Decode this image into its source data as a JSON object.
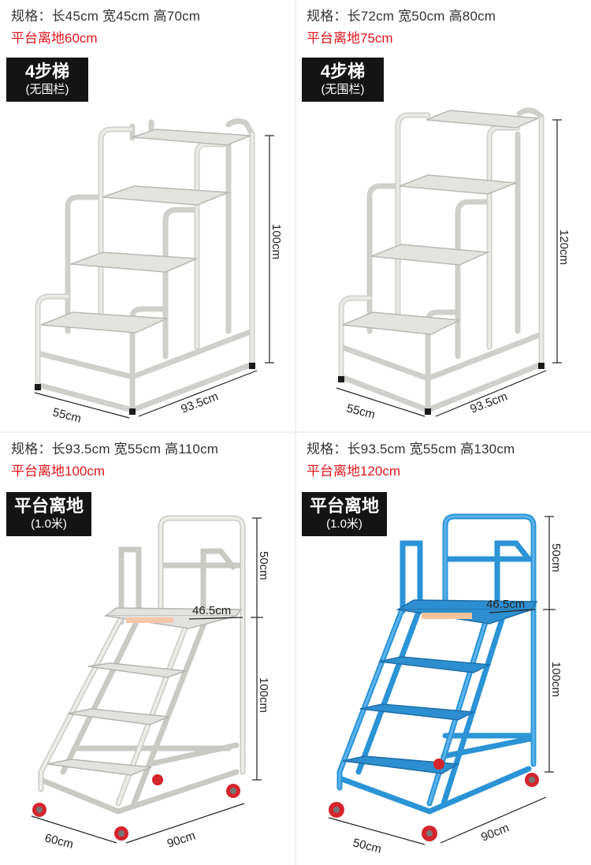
{
  "panels": [
    {
      "spec": "规格：长45cm 宽45cm 高70cm",
      "platform_height": "平台离地60cm",
      "badge_main": "4步梯",
      "badge_sub": "(无围栏)",
      "dim_height": "100cm",
      "dim_length": "93.5cm",
      "dim_width": "55cm",
      "frame_color": "#e6e7e3"
    },
    {
      "spec": "规格：长72cm 宽50cm 高80cm",
      "platform_height": "平台离地75cm",
      "badge_main": "4步梯",
      "badge_sub": "(无围栏)",
      "dim_height": "120cm",
      "dim_length": "93.5cm",
      "dim_width": "55cm",
      "frame_color": "#e6e7e3"
    },
    {
      "spec": "规格：长93.5cm 宽55cm 高110cm",
      "platform_height": "平台离地100cm",
      "badge_main": "平台离地",
      "badge_sub": "(1.0米)",
      "dim_top": "50cm",
      "dim_platform": "46.5cm",
      "dim_height": "100cm",
      "dim_length": "90cm",
      "dim_width": "60cm",
      "frame_color": "#e4e5df"
    },
    {
      "spec": "规格：长93.5cm 宽55cm 高130cm",
      "platform_height": "平台离地120cm",
      "badge_main": "平台离地",
      "badge_sub": "(1.0米)",
      "dim_top": "50cm",
      "dim_platform": "46.5cm",
      "dim_height": "100cm",
      "dim_length": "90cm",
      "dim_width": "50cm",
      "frame_color": "#2b93d6"
    }
  ],
  "colors": {
    "spec_text": "#333333",
    "highlight_red": "#e0151b",
    "badge_bg": "#141414",
    "wheel_red": "#d5242c"
  }
}
